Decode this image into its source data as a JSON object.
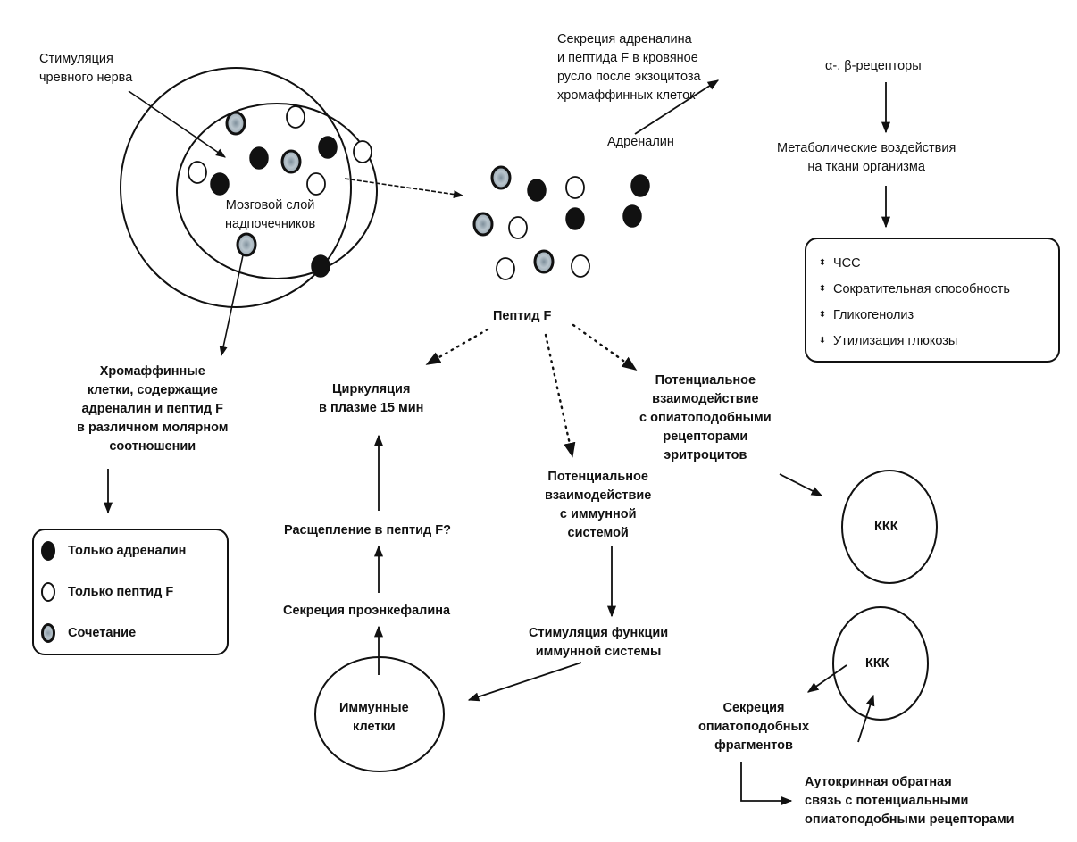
{
  "labels": {
    "nerve_stimulation": [
      "Стимуляция",
      "чревного нерва"
    ],
    "adrenal_medulla": [
      "Мозговой слой",
      "надпочечников"
    ],
    "secretion_note": [
      "Секреция адреналина",
      "и пептида F в кровяное",
      "русло после экзоцитоза",
      "хромаффинных клеток"
    ],
    "adrenaline": "Адреналин",
    "receptors": "α-, β-рецепторы",
    "metabolic_effects": [
      "Метаболические воздействия",
      "на ткани организма"
    ],
    "peptide_f": "Пептид F",
    "chromaffin_cells": [
      "Хромаффинные",
      "клетки, содержащие",
      "адреналин и пептид F",
      "в различном молярном",
      "соотношении"
    ],
    "circulation": [
      "Циркуляция",
      "в плазме 15 мин"
    ],
    "cleavage": "Расщепление в пептид F?",
    "proenkephalin_secretion": "Секреция проэнкефалина",
    "immune_cells": [
      "Иммунные",
      "клетки"
    ],
    "immune_interaction": [
      "Потенциальное",
      "взаимодействие",
      "с иммунной",
      "системой"
    ],
    "immune_stimulation": [
      "Стимуляция функции",
      "иммунной системы"
    ],
    "erythrocyte_interaction": [
      "Потенциальное",
      "взаимодействие",
      "с опиатоподобными",
      "рецепторами",
      "эритроцитов"
    ],
    "kkk_1": "ККК",
    "kkk_2": "ККК",
    "opiate_fragments": [
      "Секреция",
      "опиатоподобных",
      "фрагментов"
    ],
    "autocrine_feedback": [
      "Аутокринная обратная",
      "связь с потенциальными",
      "опиатоподобными рецепторами"
    ]
  },
  "effects_box": {
    "items": [
      {
        "bullet": "⬍",
        "label": "ЧСС"
      },
      {
        "bullet": "⬍",
        "label": "Сократительная способность"
      },
      {
        "bullet": "⬍",
        "label": "Гликогенолиз"
      },
      {
        "bullet": "⬍",
        "label": "Утилизация глюкозы"
      }
    ]
  },
  "legend": {
    "items": [
      {
        "type": "adrenaline",
        "label": "Только адреналин"
      },
      {
        "type": "peptide",
        "label": "Только пептид F"
      },
      {
        "type": "combined",
        "label": "Сочетание"
      }
    ]
  },
  "colors": {
    "ink": "#111111",
    "combined_fill": "#a9b6bf",
    "background": "#ffffff"
  }
}
